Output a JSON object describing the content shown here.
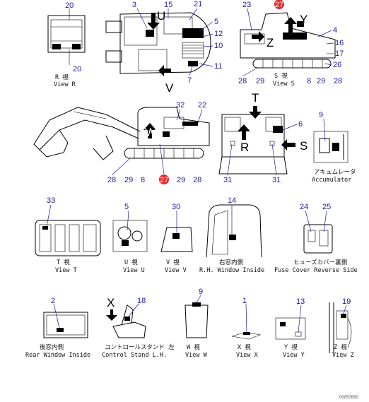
{
  "callouts": {
    "n1": "1",
    "n2": "2",
    "n3": "3",
    "n4": "4",
    "n5": "5",
    "n5b": "5",
    "n6": "6",
    "n7": "7",
    "n8": "8",
    "n8b": "8",
    "n9": "9",
    "n9b": "9",
    "n10": "10",
    "n11": "11",
    "n12": "12",
    "n13": "13",
    "n14": "14",
    "n15": "15",
    "n16": "16",
    "n17": "17",
    "n18": "18",
    "n19": "19",
    "n20": "20",
    "n20b": "20",
    "n21": "21",
    "n22": "22",
    "n23": "23",
    "n24": "24",
    "n25": "25",
    "n26": "26",
    "n27": "27",
    "n27b": "27",
    "n28a": "28",
    "n28b": "28",
    "n28c": "28",
    "n28d": "28",
    "n29a": "29",
    "n29b": "29",
    "n29c": "29",
    "n29d": "29",
    "n30": "30",
    "n31a": "31",
    "n31b": "31",
    "n32": "32",
    "n33": "33"
  },
  "arrows": {
    "T": "T",
    "U": "U",
    "V": "V",
    "W": "W",
    "R": "R",
    "S": "S",
    "X": "X",
    "Y": "Y",
    "Z": "Z"
  },
  "views": {
    "viewR": {
      "jp": "R 視",
      "en": "View R"
    },
    "viewS": {
      "jp": "S 視",
      "en": "View S"
    },
    "accumulator": {
      "jp": "アキュムレータ",
      "en": "Accumulator"
    },
    "viewT": {
      "jp": "T 視",
      "en": "View T"
    },
    "viewU": {
      "jp": "U 視",
      "en": "View U"
    },
    "viewV": {
      "jp": "V 視",
      "en": "View V"
    },
    "rhWindow": {
      "jp": "右窓内側",
      "en": "R.H. Window Inside"
    },
    "fuseCover": {
      "jp": "ヒューズカバー裏側",
      "en": "Fuse Cover Reverse Side"
    },
    "rearWindow": {
      "jp": "後窓内側",
      "en": "Rear Window Inside"
    },
    "controlStand": {
      "jp": "コントロールスタンド 左",
      "en": "Control Stand L.H."
    },
    "viewW": {
      "jp": "W 視",
      "en": "View W"
    },
    "viewX": {
      "jp": "X 視",
      "en": "View X"
    },
    "viewY": {
      "jp": "Y 視",
      "en": "View Y"
    },
    "viewZ": {
      "jp": "Z 視",
      "en": "View Z"
    }
  },
  "footer": {
    "drawing_no": "00057830"
  },
  "colors": {
    "callout_text": "#1a1aa0",
    "marker_fill": "#e8262a",
    "line": "#000000"
  }
}
